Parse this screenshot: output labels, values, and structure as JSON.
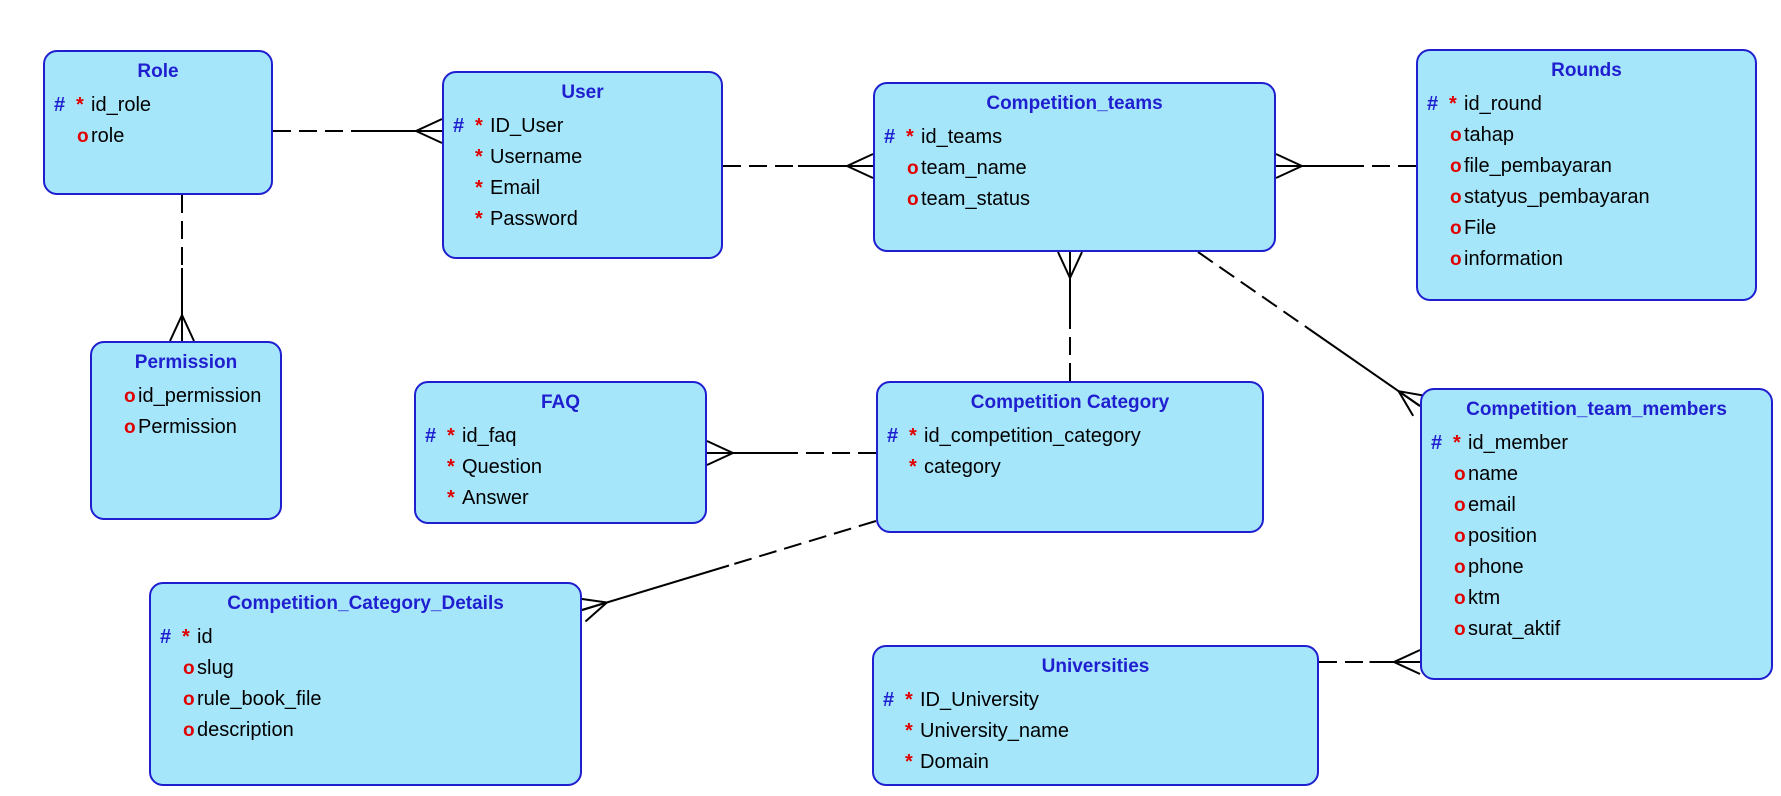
{
  "colors": {
    "entity_fill": "#a6e6fb",
    "entity_border": "#1f1fd0",
    "title": "#1f1fd0",
    "pk_marker": "#1f1fd0",
    "required_marker": "#e00000",
    "optional_marker": "#e00000"
  },
  "entities": {
    "role": {
      "title": "Role",
      "attributes": [
        {
          "pk": "#",
          "mark": "*",
          "name": "id_role"
        },
        {
          "mark": "o",
          "name": "role"
        }
      ]
    },
    "user": {
      "title": "User",
      "attributes": [
        {
          "pk": "#",
          "mark": "*",
          "name": "ID_User"
        },
        {
          "mark": "*",
          "name": "Username"
        },
        {
          "mark": "*",
          "name": "Email"
        },
        {
          "mark": "*",
          "name": "Password"
        }
      ]
    },
    "competition_teams": {
      "title": "Competition_teams",
      "attributes": [
        {
          "pk": "#",
          "mark": "*",
          "name": "id_teams"
        },
        {
          "mark": "o",
          "name": "team_name"
        },
        {
          "mark": "o",
          "name": "team_status"
        }
      ]
    },
    "rounds": {
      "title": "Rounds",
      "attributes": [
        {
          "pk": "#",
          "mark": "*",
          "name": "id_round"
        },
        {
          "mark": "o",
          "name": "tahap"
        },
        {
          "mark": "o",
          "name": "file_pembayaran"
        },
        {
          "mark": "o",
          "name": "statyus_pembayaran"
        },
        {
          "mark": "o",
          "name": "File"
        },
        {
          "mark": "o",
          "name": "information"
        }
      ]
    },
    "permission": {
      "title": "Permission",
      "attributes": [
        {
          "mark": "o",
          "name": "id_permission"
        },
        {
          "mark": "o",
          "name": "Permission"
        }
      ]
    },
    "faq": {
      "title": "FAQ",
      "attributes": [
        {
          "pk": "#",
          "mark": "*",
          "name": "id_faq"
        },
        {
          "mark": "*",
          "name": "Question"
        },
        {
          "mark": "*",
          "name": "Answer"
        }
      ]
    },
    "competition_category": {
      "title": "Competition Category",
      "attributes": [
        {
          "pk": "#",
          "mark": "*",
          "name": "id_competition_category"
        },
        {
          "mark": "*",
          "name": "category"
        }
      ]
    },
    "competition_team_members": {
      "title": "Competition_team_members",
      "attributes": [
        {
          "pk": "#",
          "mark": "*",
          "name": "id_member"
        },
        {
          "mark": "o",
          "name": "name"
        },
        {
          "mark": "o",
          "name": "email"
        },
        {
          "mark": "o",
          "name": "position"
        },
        {
          "mark": "o",
          "name": "phone"
        },
        {
          "mark": "o",
          "name": "ktm"
        },
        {
          "mark": "o",
          "name": "surat_aktif"
        }
      ]
    },
    "competition_category_details": {
      "title": "Competition_Category_Details",
      "attributes": [
        {
          "pk": "#",
          "mark": "*",
          "name": "id"
        },
        {
          "mark": "o",
          "name": "slug"
        },
        {
          "mark": "o",
          "name": "rule_book_file"
        },
        {
          "mark": "o",
          "name": "description"
        }
      ]
    },
    "universities": {
      "title": "Universities",
      "attributes": [
        {
          "pk": "#",
          "mark": "*",
          "name": "ID_University"
        },
        {
          "mark": "*",
          "name": "University_name"
        },
        {
          "mark": "*",
          "name": "Domain"
        }
      ]
    }
  },
  "relationships": [
    {
      "from": "role",
      "to": "user",
      "cardinality": "one-to-many"
    },
    {
      "from": "role",
      "to": "permission",
      "cardinality": "one-to-many"
    },
    {
      "from": "user",
      "to": "competition_teams",
      "cardinality": "one-to-many"
    },
    {
      "from": "rounds",
      "to": "competition_teams",
      "cardinality": "one-to-many"
    },
    {
      "from": "competition_category",
      "to": "competition_teams",
      "cardinality": "one-to-many"
    },
    {
      "from": "competition_teams",
      "to": "competition_team_members",
      "cardinality": "one-to-many"
    },
    {
      "from": "competition_category",
      "to": "faq",
      "cardinality": "one-to-many"
    },
    {
      "from": "competition_category",
      "to": "competition_category_details",
      "cardinality": "one-to-many"
    },
    {
      "from": "universities",
      "to": "competition_team_members",
      "cardinality": "one-to-many"
    }
  ]
}
